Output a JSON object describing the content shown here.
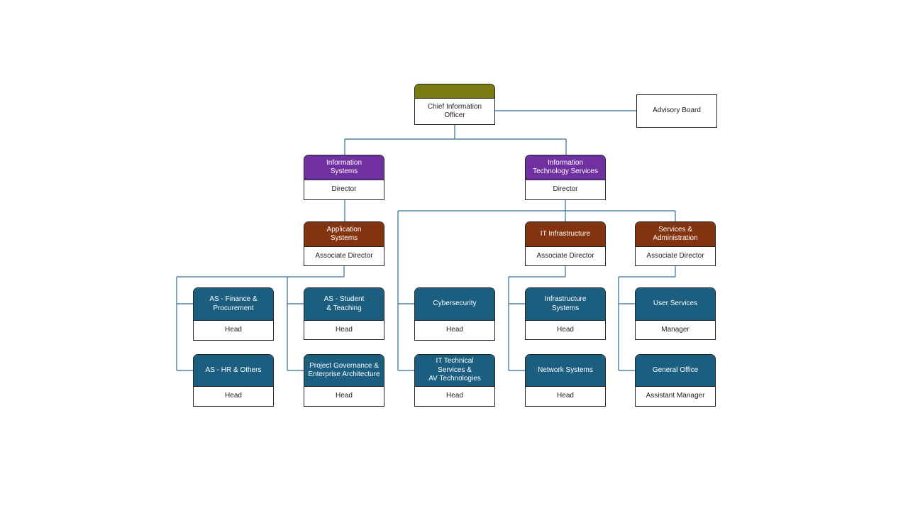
{
  "colors": {
    "executive": "#7b7b12",
    "director": "#7030a0",
    "associate_director": "#843310",
    "unit": "#1b5e80",
    "connector": "#2f6f95"
  },
  "cio": {
    "label": "",
    "title": "Chief Information\nOfficer"
  },
  "advisory_board": {
    "label": "Advisory Board"
  },
  "directors": {
    "is": {
      "label": "Information\nSystems",
      "title": "Director"
    },
    "its": {
      "label": "Information\nTechnology Services",
      "title": "Director"
    }
  },
  "associate_directors": {
    "app": {
      "label": "Application\nSystems",
      "title": "Associate Director"
    },
    "infra": {
      "label": "IT Infrastructure",
      "title": "Associate Director"
    },
    "svc": {
      "label": "Services &\nAdministration",
      "title": "Associate Director"
    }
  },
  "units": {
    "finance": {
      "label": "AS - Finance &\nProcurement",
      "title": "Head"
    },
    "student": {
      "label": "AS - Student\n& Teaching",
      "title": "Head"
    },
    "cyber": {
      "label": "Cybersecurity",
      "title": "Head"
    },
    "infra_sys": {
      "label": "Infrastructure\nSystems",
      "title": "Head"
    },
    "user_svc": {
      "label": "User Services",
      "title": "Manager"
    },
    "hr": {
      "label": "AS - HR & Others",
      "title": "Head"
    },
    "pgea": {
      "label": "Project Governance &\nEnterprise Architecture",
      "title": "Head"
    },
    "ittech": {
      "label": "IT Technical\nServices &\nAV Technologies",
      "title": "Head"
    },
    "network": {
      "label": "Network Systems",
      "title": "Head"
    },
    "general": {
      "label": "General Office",
      "title": "Assistant Manager"
    }
  }
}
